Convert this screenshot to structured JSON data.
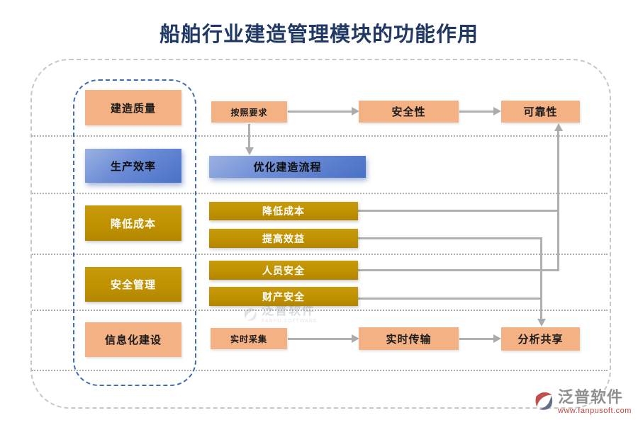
{
  "title": "船舶行业建造管理模块的功能作用",
  "left_panel": {
    "items": [
      {
        "label": "建造质量",
        "style": "orange"
      },
      {
        "label": "生产效率",
        "style": "blue"
      },
      {
        "label": "降低成本",
        "style": "olive"
      },
      {
        "label": "安全管理",
        "style": "olive"
      },
      {
        "label": "信息化建设",
        "style": "orange"
      }
    ]
  },
  "flow": {
    "per_requirements": "按照要求",
    "safety": "安全性",
    "reliability": "可靠性",
    "optimize_process": "优化建造流程",
    "reduce_cost": "降低成本",
    "improve_benefit": "提高效益",
    "personnel_safety": "人员安全",
    "property_safety": "财产安全",
    "realtime_collect": "实时采集",
    "realtime_transmit": "实时传输",
    "analysis_share": "分析共享"
  },
  "watermark": {
    "brand": "泛普软件",
    "brand_en": "FANPU SOFTWARE",
    "url": "www.fanpusoft.com"
  },
  "colors": {
    "title": "#1F3864",
    "orange_box": "#F4B183",
    "olive_box": "#BF9000",
    "blue_box": "#4A71C6",
    "connector_gray": "#B0B0B0",
    "panel_dash_blue": "#3D6EB5",
    "outer_dash_gray": "#C7C7C7",
    "watermark_red": "#C2443A"
  }
}
